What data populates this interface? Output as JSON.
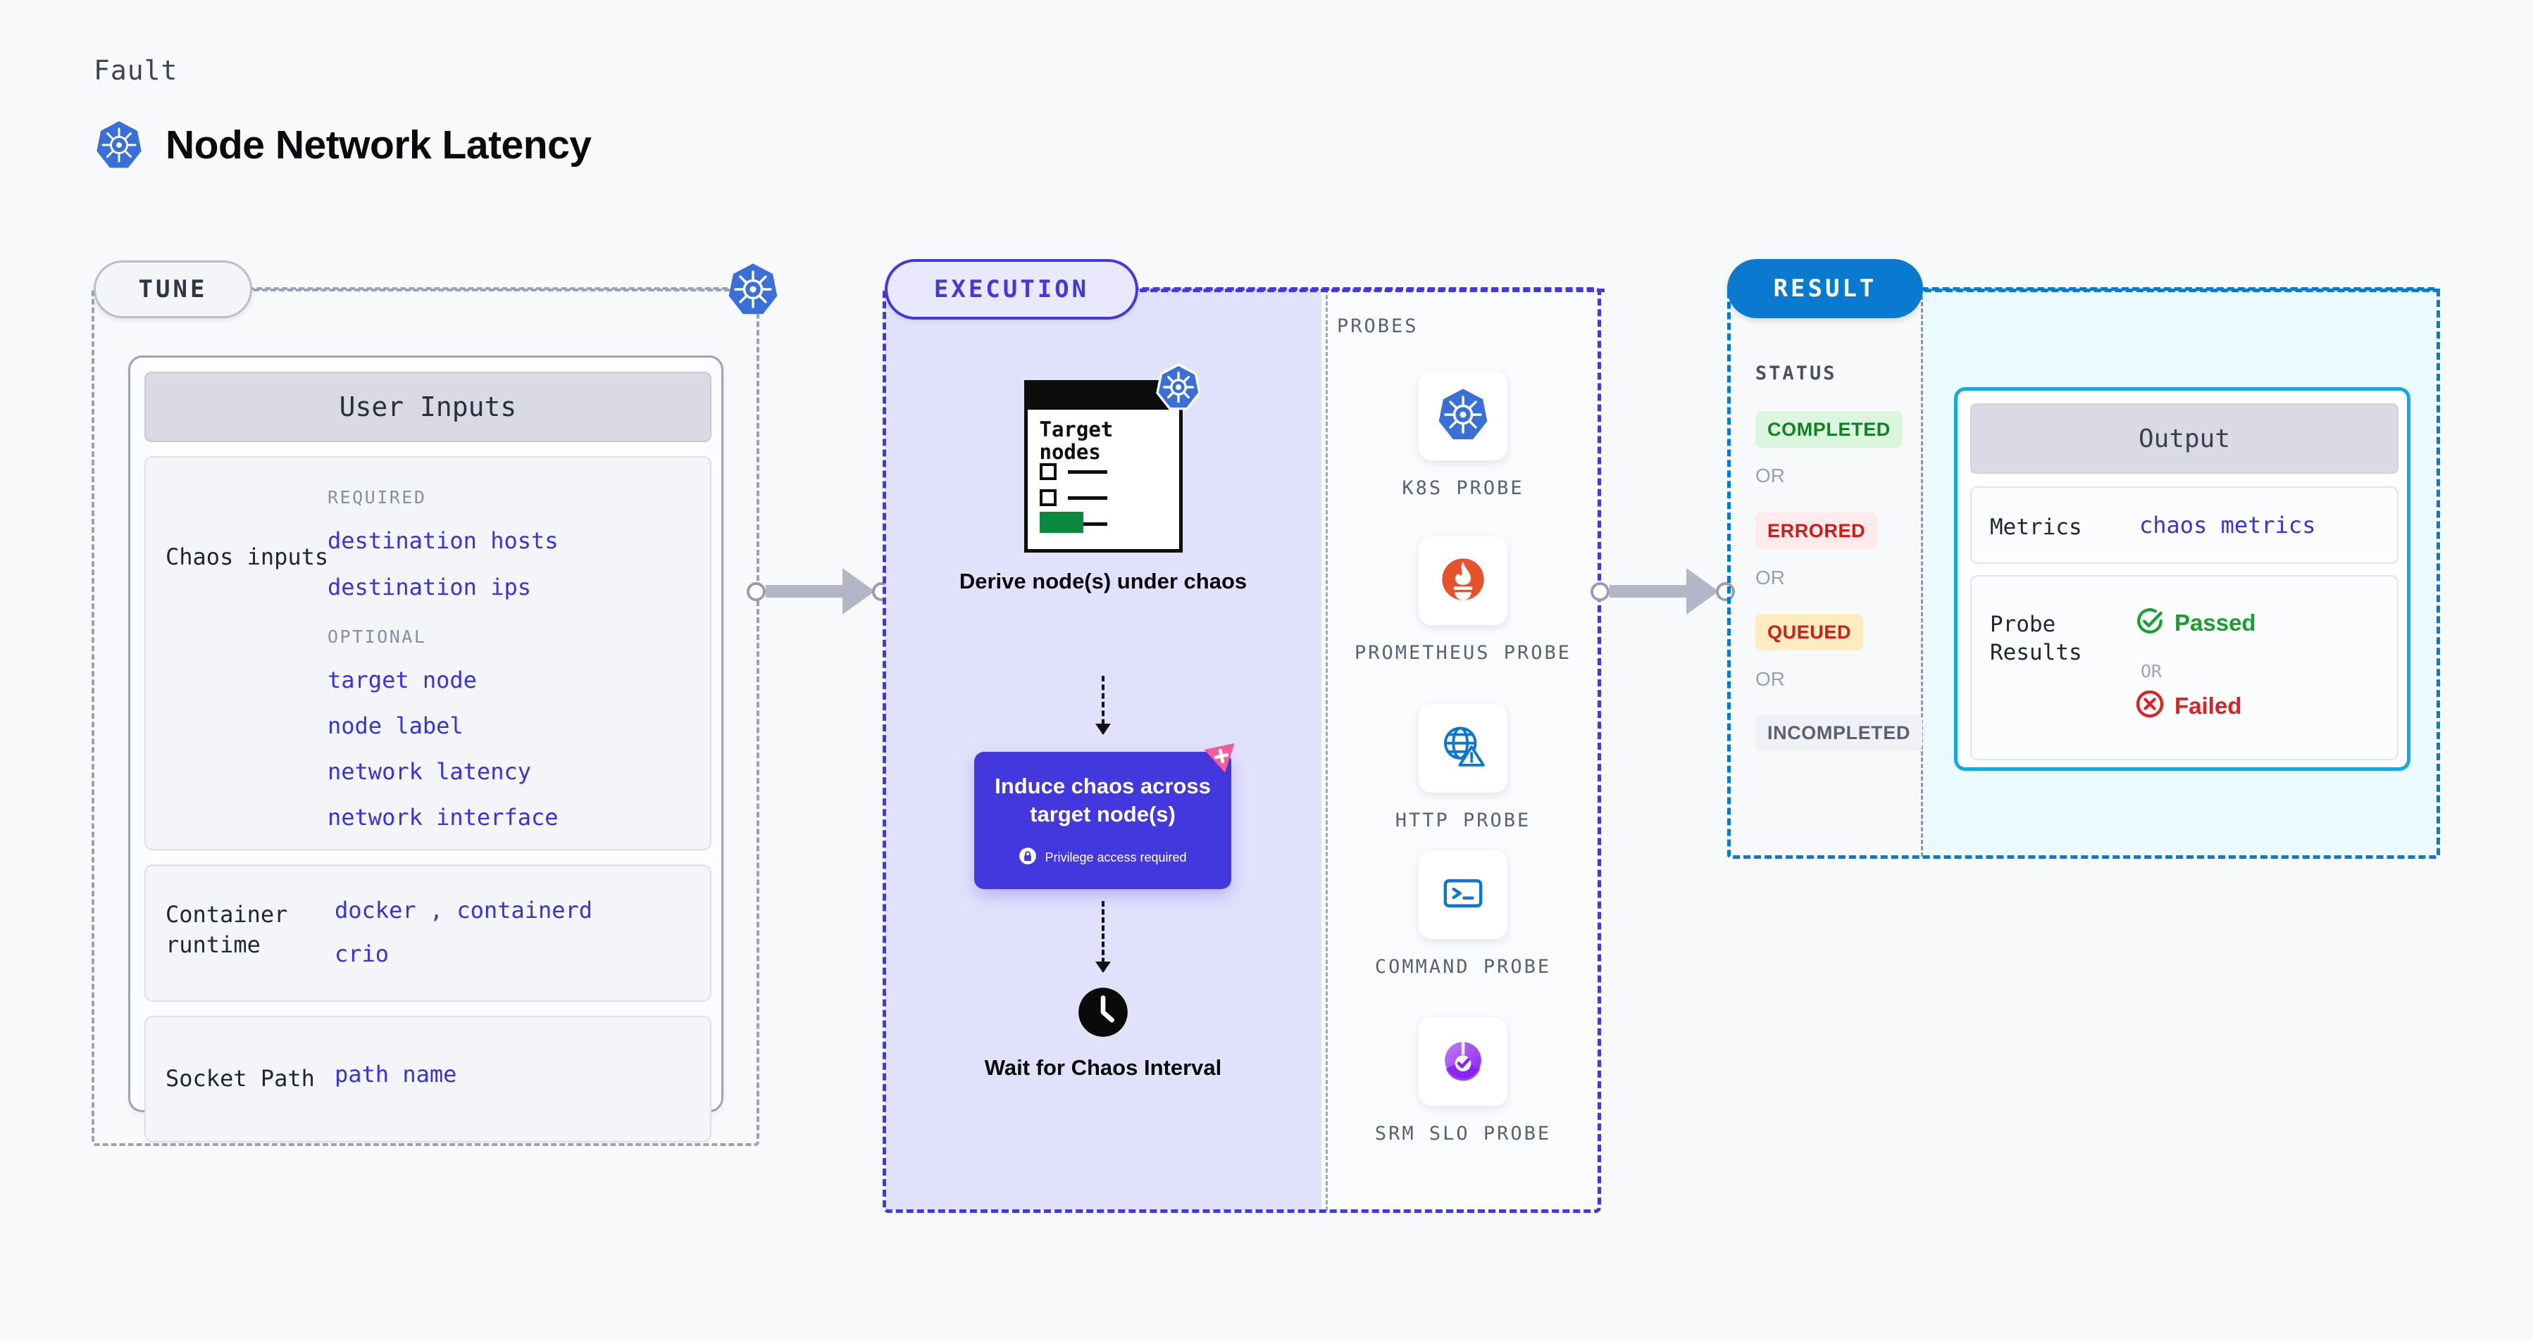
{
  "header": {
    "eyebrow": "Fault",
    "title": "Node Network Latency",
    "icon": "kubernetes-icon"
  },
  "tune": {
    "pill_label": "TUNE",
    "badge_icon": "kubernetes-icon",
    "card_title": "User Inputs",
    "rows": [
      {
        "label": "Chaos inputs",
        "groups": [
          {
            "heading": "REQUIRED",
            "values": [
              "destination hosts",
              "destination ips"
            ]
          },
          {
            "heading": "OPTIONAL",
            "values": [
              "target node",
              "node label",
              "network latency",
              "network interface"
            ]
          }
        ]
      },
      {
        "label": "Container runtime",
        "values_line1": "docker , containerd",
        "values_line2": "crio"
      },
      {
        "label": "Socket Path",
        "value": "path name"
      }
    ]
  },
  "execution": {
    "pill_label": "EXECUTION",
    "doc": {
      "title": "Target nodes",
      "badge_icon": "kubernetes-icon"
    },
    "step1_caption": "Derive node(s) under chaos",
    "step2": {
      "caption": "Induce chaos across target node(s)",
      "privilege_note": "Privilege access required",
      "privilege_icon": "lock-icon",
      "corner_icon": "litmus-icon"
    },
    "step3": {
      "caption": "Wait for Chaos Interval",
      "icon": "clock-icon"
    },
    "probes_title": "PROBES",
    "probes": [
      {
        "name": "K8S PROBE",
        "icon": "kubernetes-icon"
      },
      {
        "name": "PROMETHEUS PROBE",
        "icon": "prometheus-icon"
      },
      {
        "name": "HTTP PROBE",
        "icon": "globe-warning-icon"
      },
      {
        "name": "COMMAND PROBE",
        "icon": "terminal-icon"
      },
      {
        "name": "SRM SLO PROBE",
        "icon": "srm-slo-icon"
      }
    ]
  },
  "result": {
    "pill_label": "RESULT",
    "status_title": "STATUS",
    "or_label": "OR",
    "statuses": [
      {
        "label": "COMPLETED",
        "text_color": "#128024",
        "bg_color": "#dcf5de"
      },
      {
        "label": "ERRORED",
        "text_color": "#d01b1b",
        "bg_color": "#fdeaea"
      },
      {
        "label": "QUEUED",
        "text_color": "#cc1f1f",
        "bg_color": "#fcecbf"
      },
      {
        "label": "INCOMPLETED",
        "text_color": "#596070",
        "bg_color": "#eff1f6"
      }
    ],
    "output": {
      "title": "Output",
      "metrics_label": "Metrics",
      "metrics_value": "chaos metrics",
      "probe_results_label": "Probe Results",
      "passed_label": "Passed",
      "failed_label": "Failed",
      "or_label": "OR",
      "passed_icon": "check-circle-icon",
      "failed_icon": "x-circle-icon"
    }
  },
  "colors": {
    "accent_purple": "#4338dd",
    "accent_blue": "#0a7ad0",
    "accent_cyan": "#12a9e5",
    "link_blue": "#3a31e0",
    "k8s_blue": "#3a6fd8",
    "prometheus_orange": "#e6522c",
    "pink": "#f7599a",
    "page_bg": "#f8f9fb"
  }
}
